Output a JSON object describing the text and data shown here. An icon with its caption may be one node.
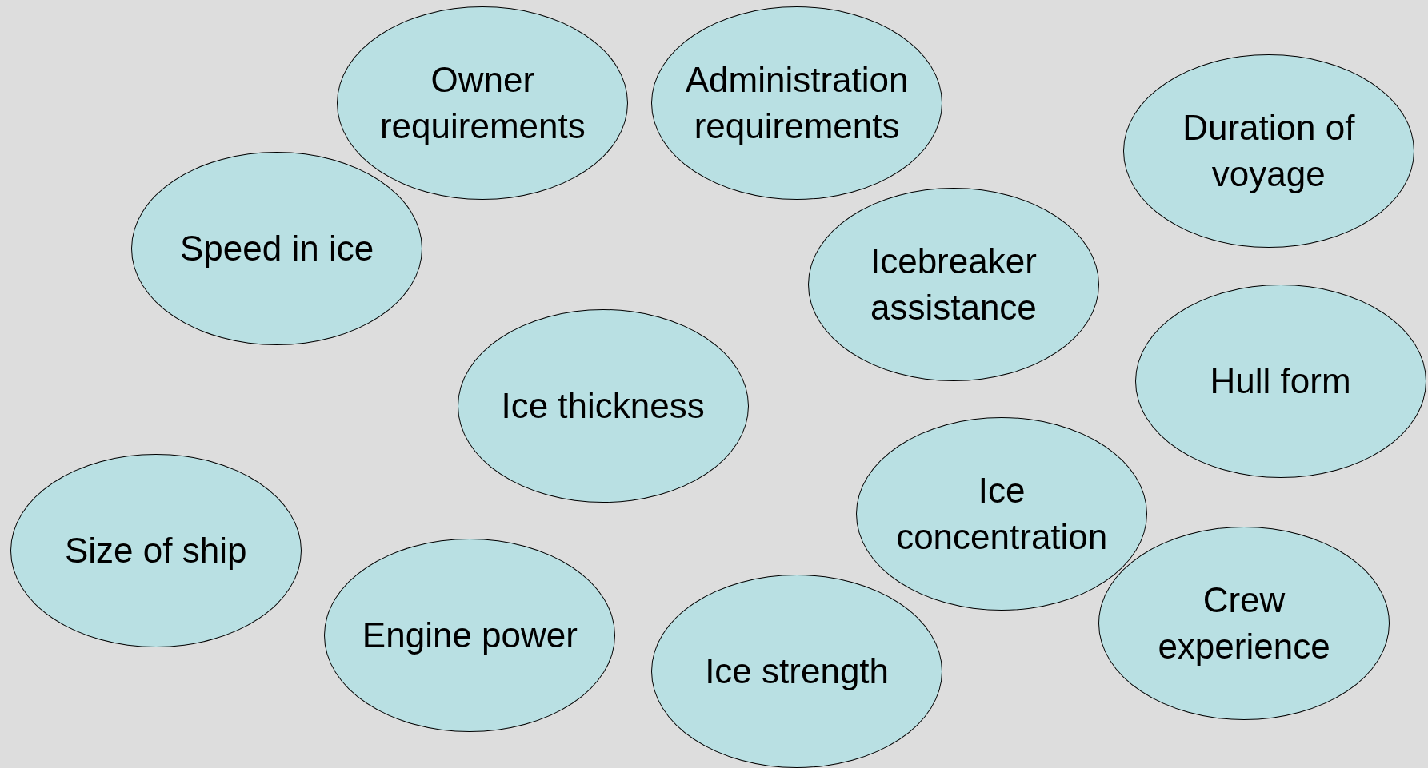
{
  "diagram": {
    "nodes": [
      {
        "text": [
          "Owner requirements"
        ]
      },
      {
        "text": [
          "Administration requirements"
        ]
      },
      {
        "text": [
          "Duration of voyage"
        ]
      },
      {
        "text": [
          "Speed in ice"
        ]
      },
      {
        "text": [
          "Icebreaker assistance"
        ]
      },
      {
        "text": [
          "Hull form"
        ]
      },
      {
        "text": [
          "Ice thickness"
        ]
      },
      {
        "text": [
          "Ice concentration"
        ]
      },
      {
        "text": [
          "Size of ship"
        ]
      },
      {
        "text": [
          "Crew experience"
        ]
      },
      {
        "text": [
          "Engine power"
        ]
      },
      {
        "text": [
          "Ice strength"
        ]
      }
    ]
  }
}
